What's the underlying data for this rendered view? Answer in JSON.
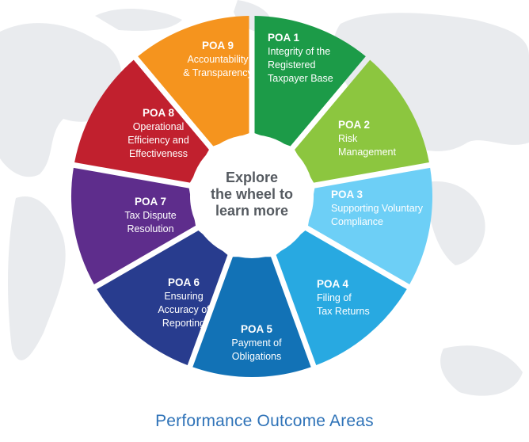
{
  "center": {
    "lines": [
      "Explore",
      "the wheel to",
      "learn more"
    ]
  },
  "caption": "Performance Outcome Areas",
  "segments": [
    {
      "id": "poa-1",
      "title": "POA 1",
      "lines": [
        "Integrity of the",
        "Registered",
        "Taxpayer Base"
      ],
      "color": "#1c9b48",
      "align": "start"
    },
    {
      "id": "poa-2",
      "title": "POA 2",
      "lines": [
        "Risk",
        "Management"
      ],
      "color": "#8cc63f",
      "align": "start"
    },
    {
      "id": "poa-3",
      "title": "POA 3",
      "lines": [
        "Supporting Voluntary",
        "Compliance"
      ],
      "color": "#6dcff6",
      "align": "start"
    },
    {
      "id": "poa-4",
      "title": "POA 4",
      "lines": [
        "Filing of",
        "Tax Returns"
      ],
      "color": "#28a9e1",
      "align": "start"
    },
    {
      "id": "poa-5",
      "title": "POA 5",
      "lines": [
        "Payment of",
        "Obligations"
      ],
      "color": "#1272b6",
      "align": "middle"
    },
    {
      "id": "poa-6",
      "title": "POA 6",
      "lines": [
        "Ensuring",
        "Accuracy of",
        "Reporting"
      ],
      "color": "#283c8e",
      "align": "middle"
    },
    {
      "id": "poa-7",
      "title": "POA 7",
      "lines": [
        "Tax Dispute",
        "Resolution"
      ],
      "color": "#5e2d8c",
      "align": "middle"
    },
    {
      "id": "poa-8",
      "title": "POA 8",
      "lines": [
        "Operational",
        "Efficiency and",
        "Effectiveness"
      ],
      "color": "#c1202e",
      "align": "middle"
    },
    {
      "id": "poa-9",
      "title": "POA 9",
      "lines": [
        "Accountability",
        "& Transparency"
      ],
      "color": "#f5941e",
      "align": "middle"
    }
  ]
}
